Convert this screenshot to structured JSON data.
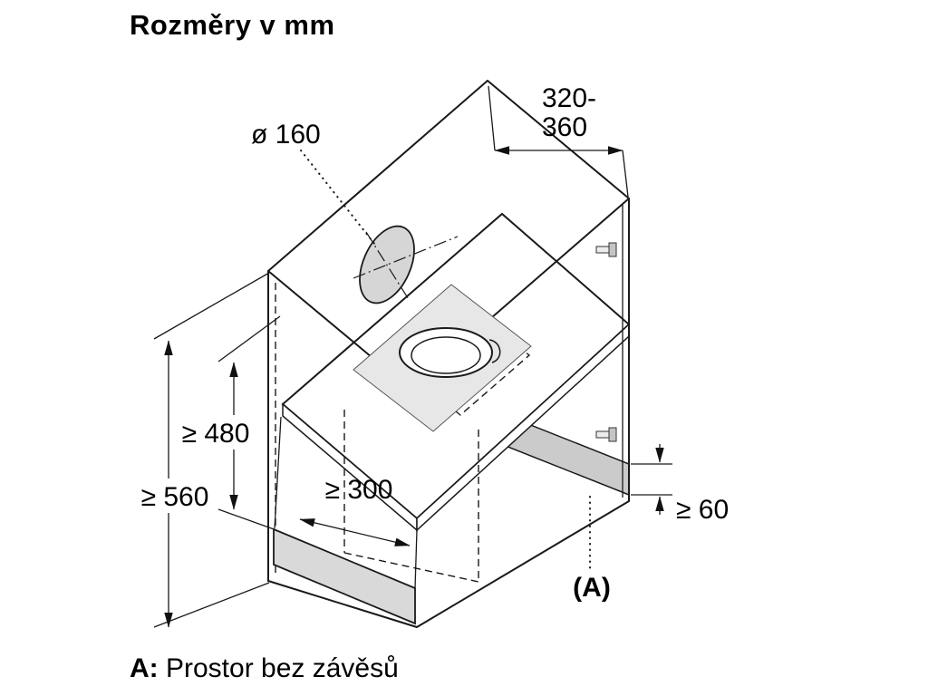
{
  "title": "Rozměry v mm",
  "footnote": {
    "prefix": "A:",
    "text": "Prostor bez závěsů"
  },
  "dimensions": {
    "duct_diameter": "ø 160",
    "depth_range_line1": "320-",
    "depth_range_line2": "360",
    "niche_height": "≥ 560",
    "inner_height": "≥ 480",
    "inner_depth": "≥ 300",
    "bottom_gap": "≥ 60",
    "hinge_space_label": "(A)"
  },
  "colors": {
    "line": "#1a1a1a",
    "shade_light": "#d9d9d9",
    "shade_mid": "#cbcbcb",
    "background": "#ffffff"
  }
}
